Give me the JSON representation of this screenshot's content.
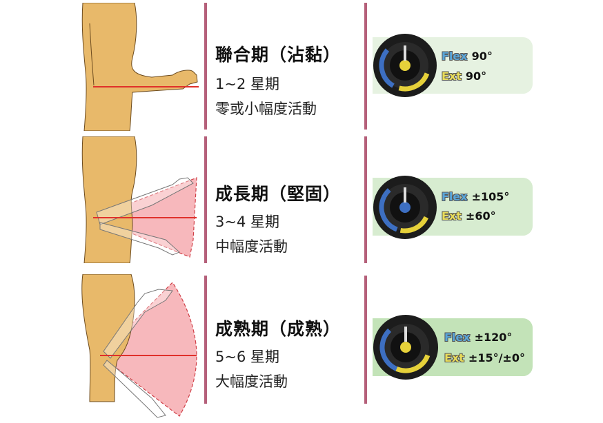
{
  "stages": [
    {
      "title": "聯合期（沾黏）",
      "weeks": "1~2 星期",
      "desc": "零或小幅度活動",
      "flex_label": "Flex",
      "flex_value": "90°",
      "ext_label": "Ext",
      "ext_value": "90°",
      "card_color": "#e6f2e1"
    },
    {
      "title": "成長期（堅固）",
      "weeks": "3~4 星期",
      "desc": "中幅度活動",
      "flex_label": "Flex",
      "flex_value": "±105°",
      "ext_label": "Ext",
      "ext_value": "±60°",
      "card_color": "#d7ecd0"
    },
    {
      "title": "成熟期（成熟）",
      "weeks": "5~6 星期",
      "desc": "大幅度活動",
      "flex_label": "Flex",
      "flex_value": "±120°",
      "ext_label": "Ext",
      "ext_value": "±15°/±0°",
      "card_color": "#c3e3b8"
    }
  ],
  "colors": {
    "divider": "#b5607a",
    "skin": "#e8b96a",
    "range_fill": "#f4a0a6",
    "ref_line": "#e0302a"
  }
}
